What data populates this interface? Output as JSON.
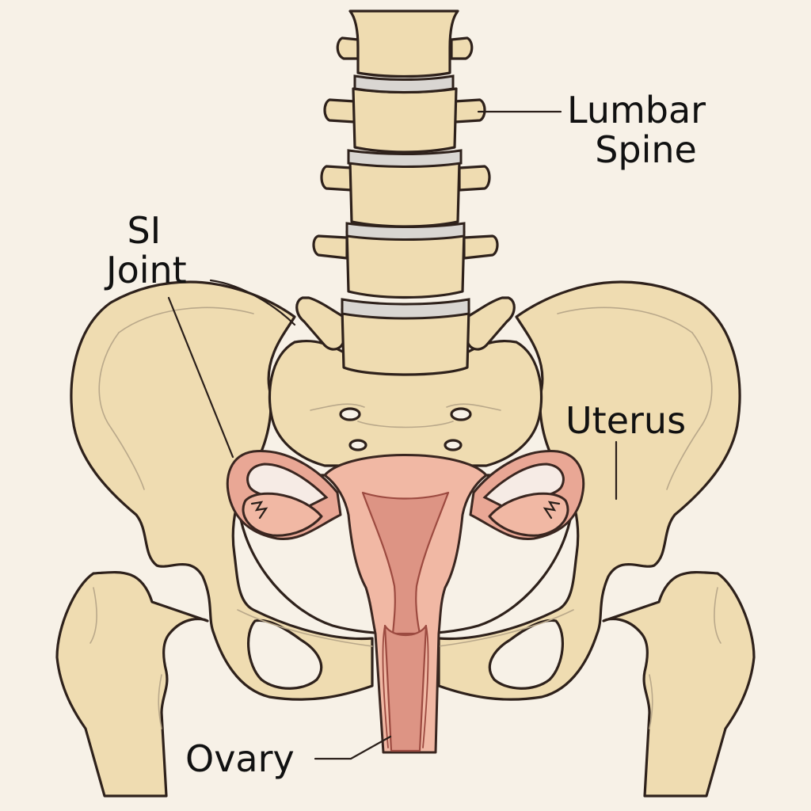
{
  "diagram": {
    "subject": "Female pelvis with lumbar spine and reproductive organs (anterior view)",
    "colors": {
      "background": "#f7f1e7",
      "bone": "#efdcb1",
      "outline": "#2e211b",
      "intervertebral_disc": "#d9d6d2",
      "organ": "#f1b8a4",
      "organ_dark": "#dd9484"
    },
    "labels": {
      "lumbar_spine": {
        "line1": "Lumbar",
        "line2": "Spine"
      },
      "si_joint": {
        "line1": "SI",
        "line2": "Joint"
      },
      "uterus": {
        "text": "Uterus"
      },
      "ovary": {
        "text": "Ovary"
      }
    },
    "structures": [
      "lumbar-vertebrae",
      "intervertebral-discs",
      "sacrum",
      "left-ilium",
      "right-ilium",
      "left-femur",
      "right-femur",
      "left-obturator-foramen",
      "right-obturator-foramen",
      "uterus",
      "fallopian-tubes",
      "ovaries",
      "cervix-vagina"
    ]
  }
}
